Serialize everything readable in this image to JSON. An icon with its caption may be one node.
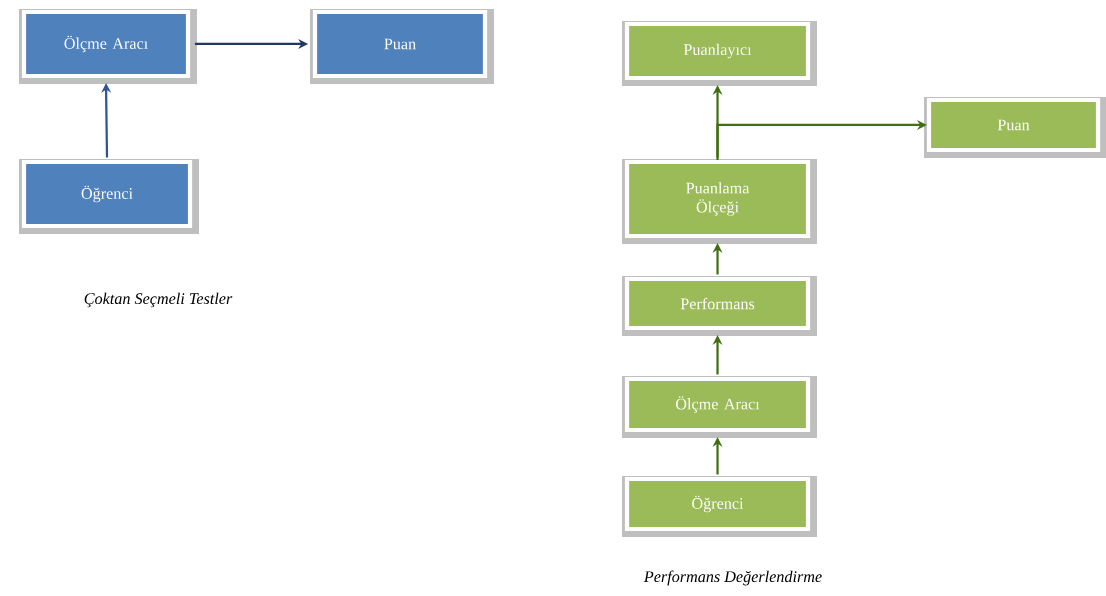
{
  "diagram": {
    "nodes": [
      {
        "text": [
          "Ölçme Aracı"
        ]
      },
      {
        "text": [
          "Puan"
        ]
      },
      {
        "text": [
          "Öğrenci"
        ]
      },
      {
        "text": [
          "Puanlayıcı"
        ]
      },
      {
        "text": [
          "Puan"
        ]
      },
      {
        "text": [
          "Puanlama Ölçeği"
        ]
      },
      {
        "text": [
          "Performans"
        ]
      },
      {
        "text": [
          "Ölçme Aracı"
        ]
      },
      {
        "text": [
          "Öğrenci"
        ]
      }
    ],
    "edges": [
      {
        "from": 0,
        "to": 1,
        "arrow": "to",
        "color": "#1f3864"
      },
      {
        "from": 2,
        "to": 0,
        "arrow": "to",
        "color": "#2f5597"
      },
      {
        "from": 5,
        "to": 3,
        "arrow": "to"
      },
      {
        "from": 5,
        "to": 4,
        "arrow": "to"
      },
      {
        "from": 6,
        "to": 5,
        "arrow": "to"
      },
      {
        "from": 7,
        "to": 6,
        "arrow": "to"
      },
      {
        "from": 8,
        "to": 7,
        "arrow": "to"
      }
    ],
    "labels": [
      "Çoktan Seçmeli Testler",
      "Performans Değerlendirme"
    ]
  }
}
